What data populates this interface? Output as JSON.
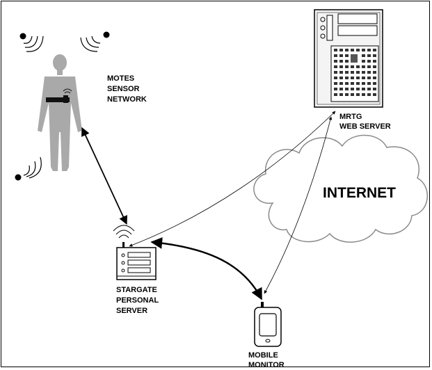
{
  "labels": {
    "motes": [
      "MOTES",
      "SENSOR",
      "NETWORK"
    ],
    "mrtg": [
      "MRTG",
      "WEB SERVER"
    ],
    "internet": "INTERNET",
    "stargate": [
      "STARGATE",
      "PERSONAL",
      "SERVER"
    ],
    "mobile": [
      "MOBILE",
      "MONITOR"
    ]
  },
  "colors": {
    "body_silhouette": "#a9a9a9",
    "cloud_outline": "#8a8a8a",
    "server_fill": "#f4f4f4",
    "ink": "#000000"
  },
  "icons": [
    "mote-sensor-icon",
    "human-body-icon",
    "server-tower-icon",
    "cloud-icon",
    "stargate-device-icon",
    "mobile-phone-icon"
  ]
}
